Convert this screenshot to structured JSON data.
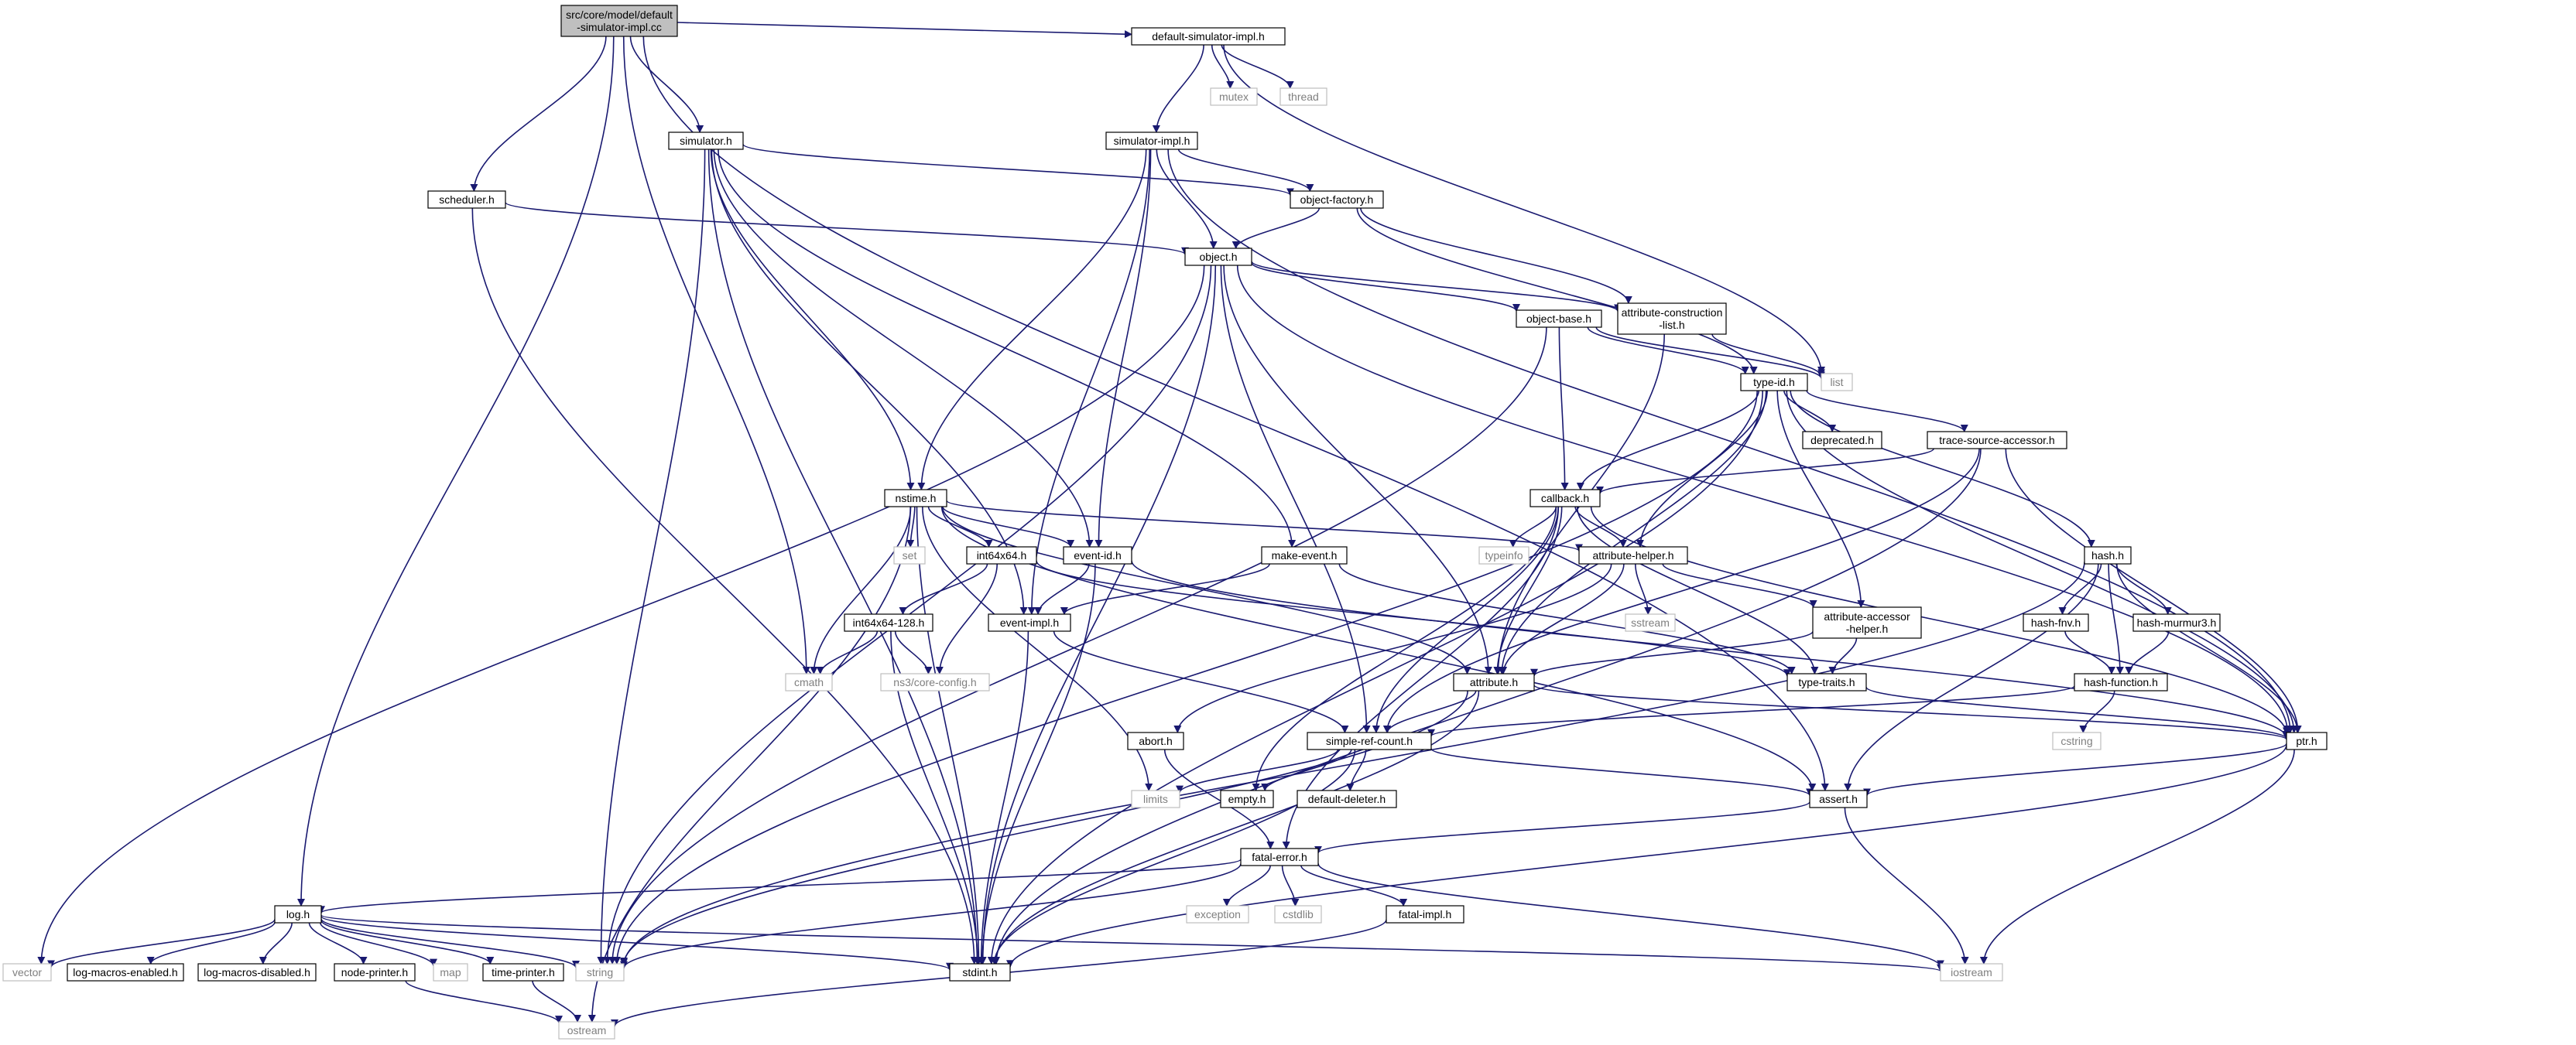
{
  "colors": {
    "edge": "#191970",
    "node_border": "#000000",
    "root_fill": "#bfbfbf",
    "system_border": "#bfbfbf",
    "system_text": "#7f7f7f"
  },
  "nodes": [
    {
      "id": "root",
      "label": "src/core/model/default\n-simulator-impl.cc",
      "kind": "root"
    },
    {
      "id": "dsimplh",
      "label": "default-simulator-impl.h",
      "kind": "file"
    },
    {
      "id": "mutex",
      "label": "mutex",
      "kind": "system"
    },
    {
      "id": "thread",
      "label": "thread",
      "kind": "system"
    },
    {
      "id": "simh",
      "label": "simulator.h",
      "kind": "file"
    },
    {
      "id": "simimplh",
      "label": "simulator-impl.h",
      "kind": "file"
    },
    {
      "id": "schedh",
      "label": "scheduler.h",
      "kind": "file"
    },
    {
      "id": "objfach",
      "label": "object-factory.h",
      "kind": "file"
    },
    {
      "id": "objh",
      "label": "object.h",
      "kind": "file"
    },
    {
      "id": "attrconsh",
      "label": "attribute-construction\n-list.h",
      "kind": "file"
    },
    {
      "id": "objbaseh",
      "label": "object-base.h",
      "kind": "file"
    },
    {
      "id": "list",
      "label": "list",
      "kind": "system"
    },
    {
      "id": "typeidh",
      "label": "type-id.h",
      "kind": "file"
    },
    {
      "id": "deprech",
      "label": "deprecated.h",
      "kind": "file"
    },
    {
      "id": "tsah",
      "label": "trace-source-accessor.h",
      "kind": "file"
    },
    {
      "id": "callbackh",
      "label": "callback.h",
      "kind": "file"
    },
    {
      "id": "nstimeh",
      "label": "nstime.h",
      "kind": "file"
    },
    {
      "id": "set",
      "label": "set",
      "kind": "system"
    },
    {
      "id": "int64h",
      "label": "int64x64.h",
      "kind": "file"
    },
    {
      "id": "eventidh",
      "label": "event-id.h",
      "kind": "file"
    },
    {
      "id": "makeeventh",
      "label": "make-event.h",
      "kind": "file"
    },
    {
      "id": "typeinfo",
      "label": "typeinfo",
      "kind": "system"
    },
    {
      "id": "attrhelph",
      "label": "attribute-helper.h",
      "kind": "file"
    },
    {
      "id": "hashh",
      "label": "hash.h",
      "kind": "file"
    },
    {
      "id": "int128h",
      "label": "int64x64-128.h",
      "kind": "file"
    },
    {
      "id": "eventimplh",
      "label": "event-impl.h",
      "kind": "file"
    },
    {
      "id": "sstream",
      "label": "sstream",
      "kind": "system"
    },
    {
      "id": "attraccessh",
      "label": "attribute-accessor\n-helper.h",
      "kind": "file"
    },
    {
      "id": "hashfnvh",
      "label": "hash-fnv.h",
      "kind": "file"
    },
    {
      "id": "hashmurmurh",
      "label": "hash-murmur3.h",
      "kind": "file"
    },
    {
      "id": "cmath",
      "label": "cmath",
      "kind": "system"
    },
    {
      "id": "coreconfig",
      "label": "ns3/core-config.h",
      "kind": "system"
    },
    {
      "id": "attrh",
      "label": "attribute.h",
      "kind": "file"
    },
    {
      "id": "typetraitsh",
      "label": "type-traits.h",
      "kind": "file"
    },
    {
      "id": "hashfunch",
      "label": "hash-function.h",
      "kind": "file"
    },
    {
      "id": "cstring",
      "label": "cstring",
      "kind": "system"
    },
    {
      "id": "aborth",
      "label": "abort.h",
      "kind": "file"
    },
    {
      "id": "srch",
      "label": "simple-ref-count.h",
      "kind": "file"
    },
    {
      "id": "ptrh",
      "label": "ptr.h",
      "kind": "file"
    },
    {
      "id": "limits",
      "label": "limits",
      "kind": "system"
    },
    {
      "id": "emptyh",
      "label": "empty.h",
      "kind": "file"
    },
    {
      "id": "defdelh",
      "label": "default-deleter.h",
      "kind": "file"
    },
    {
      "id": "asserth",
      "label": "assert.h",
      "kind": "file"
    },
    {
      "id": "fatalerrh",
      "label": "fatal-error.h",
      "kind": "file"
    },
    {
      "id": "exception",
      "label": "exception",
      "kind": "system"
    },
    {
      "id": "cstdlib",
      "label": "cstdlib",
      "kind": "system"
    },
    {
      "id": "fatalimplh",
      "label": "fatal-impl.h",
      "kind": "file"
    },
    {
      "id": "logh",
      "label": "log.h",
      "kind": "file"
    },
    {
      "id": "vector",
      "label": "vector",
      "kind": "system"
    },
    {
      "id": "logmeh",
      "label": "log-macros-enabled.h",
      "kind": "file"
    },
    {
      "id": "logmdh",
      "label": "log-macros-disabled.h",
      "kind": "file"
    },
    {
      "id": "nodeprinth",
      "label": "node-printer.h",
      "kind": "file"
    },
    {
      "id": "map",
      "label": "map",
      "kind": "system"
    },
    {
      "id": "timeprinth",
      "label": "time-printer.h",
      "kind": "file"
    },
    {
      "id": "string",
      "label": "string",
      "kind": "system"
    },
    {
      "id": "stdinth",
      "label": "stdint.h",
      "kind": "file"
    },
    {
      "id": "iostream",
      "label": "iostream",
      "kind": "system"
    },
    {
      "id": "ostream",
      "label": "ostream",
      "kind": "system"
    }
  ],
  "edges": [
    [
      "root",
      "dsimplh"
    ],
    [
      "root",
      "simh"
    ],
    [
      "root",
      "schedh"
    ],
    [
      "root",
      "logh"
    ],
    [
      "root",
      "cmath"
    ],
    [
      "root",
      "asserth"
    ],
    [
      "dsimplh",
      "simimplh"
    ],
    [
      "dsimplh",
      "mutex"
    ],
    [
      "dsimplh",
      "thread"
    ],
    [
      "dsimplh",
      "list"
    ],
    [
      "simimplh",
      "objfach"
    ],
    [
      "simimplh",
      "objh"
    ],
    [
      "simimplh",
      "eventidh"
    ],
    [
      "simimplh",
      "nstimeh"
    ],
    [
      "simimplh",
      "eventimplh"
    ],
    [
      "simimplh",
      "ptrh"
    ],
    [
      "simh",
      "objfach"
    ],
    [
      "simh",
      "eventidh"
    ],
    [
      "simh",
      "nstimeh"
    ],
    [
      "simh",
      "makeeventh"
    ],
    [
      "simh",
      "eventimplh"
    ],
    [
      "simh",
      "stdinth"
    ],
    [
      "simh",
      "string"
    ],
    [
      "schedh",
      "objh"
    ],
    [
      "schedh",
      "stdinth"
    ],
    [
      "objfach",
      "objh"
    ],
    [
      "objfach",
      "attrconsh"
    ],
    [
      "objfach",
      "typeidh"
    ],
    [
      "objh",
      "objbaseh"
    ],
    [
      "objh",
      "attrconsh"
    ],
    [
      "objh",
      "ptrh"
    ],
    [
      "objh",
      "attrh"
    ],
    [
      "objh",
      "srch"
    ],
    [
      "objh",
      "string"
    ],
    [
      "objh",
      "stdinth"
    ],
    [
      "objh",
      "vector"
    ],
    [
      "objbaseh",
      "typeidh"
    ],
    [
      "objbaseh",
      "callbackh"
    ],
    [
      "objbaseh",
      "list"
    ],
    [
      "objbaseh",
      "string"
    ],
    [
      "attrconsh",
      "attrh"
    ],
    [
      "attrconsh",
      "list"
    ],
    [
      "typeidh",
      "deprech"
    ],
    [
      "typeidh",
      "tsah"
    ],
    [
      "typeidh",
      "callbackh"
    ],
    [
      "typeidh",
      "attrhelph"
    ],
    [
      "typeidh",
      "attraccessh"
    ],
    [
      "typeidh",
      "attrh"
    ],
    [
      "typeidh",
      "hashh"
    ],
    [
      "typeidh",
      "ptrh"
    ],
    [
      "typeidh",
      "stdinth"
    ],
    [
      "typeidh",
      "string"
    ],
    [
      "tsah",
      "callbackh"
    ],
    [
      "tsah",
      "ptrh"
    ],
    [
      "tsah",
      "srch"
    ],
    [
      "tsah",
      "stdinth"
    ],
    [
      "callbackh",
      "typeinfo"
    ],
    [
      "callbackh",
      "attrhelph"
    ],
    [
      "callbackh",
      "attrh"
    ],
    [
      "callbackh",
      "typetraitsh"
    ],
    [
      "callbackh",
      "srch"
    ],
    [
      "callbackh",
      "ptrh"
    ],
    [
      "callbackh",
      "emptyh"
    ],
    [
      "callbackh",
      "fatalerrh"
    ],
    [
      "nstimeh",
      "set"
    ],
    [
      "nstimeh",
      "int64h"
    ],
    [
      "nstimeh",
      "eventidh"
    ],
    [
      "nstimeh",
      "attrhelph"
    ],
    [
      "nstimeh",
      "attrh"
    ],
    [
      "nstimeh",
      "cmath"
    ],
    [
      "nstimeh",
      "limits"
    ],
    [
      "nstimeh",
      "asserth"
    ],
    [
      "nstimeh",
      "stdinth"
    ],
    [
      "nstimeh",
      "ostream"
    ],
    [
      "int64h",
      "int128h"
    ],
    [
      "int64h",
      "coreconfig"
    ],
    [
      "int64h",
      "typetraitsh"
    ],
    [
      "int128h",
      "cmath"
    ],
    [
      "int128h",
      "coreconfig"
    ],
    [
      "int128h",
      "stdinth"
    ],
    [
      "eventidh",
      "eventimplh"
    ],
    [
      "eventidh",
      "ptrh"
    ],
    [
      "eventidh",
      "stdinth"
    ],
    [
      "makeeventh",
      "eventimplh"
    ],
    [
      "makeeventh",
      "typetraitsh"
    ],
    [
      "eventimplh",
      "srch"
    ],
    [
      "eventimplh",
      "stdinth"
    ],
    [
      "attrhelph",
      "sstream"
    ],
    [
      "attrhelph",
      "attraccessh"
    ],
    [
      "attrhelph",
      "attrh"
    ],
    [
      "attrhelph",
      "aborth"
    ],
    [
      "attraccessh",
      "attrh"
    ],
    [
      "attraccessh",
      "typetraitsh"
    ],
    [
      "hashh",
      "hashfnvh"
    ],
    [
      "hashh",
      "hashmurmurh"
    ],
    [
      "hashh",
      "hashfunch"
    ],
    [
      "hashh",
      "asserth"
    ],
    [
      "hashh",
      "ptrh"
    ],
    [
      "hashh",
      "string"
    ],
    [
      "hashfnvh",
      "hashfunch"
    ],
    [
      "hashmurmurh",
      "hashfunch"
    ],
    [
      "hashfunch",
      "cstring"
    ],
    [
      "hashfunch",
      "srch"
    ],
    [
      "attrh",
      "srch"
    ],
    [
      "attrh",
      "ptrh"
    ],
    [
      "attrh",
      "string"
    ],
    [
      "attrh",
      "stdinth"
    ],
    [
      "typetraitsh",
      "ptrh"
    ],
    [
      "aborth",
      "fatalerrh"
    ],
    [
      "srch",
      "limits"
    ],
    [
      "srch",
      "emptyh"
    ],
    [
      "srch",
      "defdelh"
    ],
    [
      "srch",
      "asserth"
    ],
    [
      "srch",
      "stdinth"
    ],
    [
      "ptrh",
      "asserth"
    ],
    [
      "ptrh",
      "iostream"
    ],
    [
      "ptrh",
      "stdinth"
    ],
    [
      "asserth",
      "fatalerrh"
    ],
    [
      "asserth",
      "iostream"
    ],
    [
      "fatalerrh",
      "exception"
    ],
    [
      "fatalerrh",
      "cstdlib"
    ],
    [
      "fatalerrh",
      "fatalimplh"
    ],
    [
      "fatalerrh",
      "logh"
    ],
    [
      "fatalerrh",
      "iostream"
    ],
    [
      "fatalerrh",
      "string"
    ],
    [
      "fatalimplh",
      "ostream"
    ],
    [
      "logh",
      "vector"
    ],
    [
      "logh",
      "logmeh"
    ],
    [
      "logh",
      "logmdh"
    ],
    [
      "logh",
      "nodeprinth"
    ],
    [
      "logh",
      "map"
    ],
    [
      "logh",
      "timeprinth"
    ],
    [
      "logh",
      "string"
    ],
    [
      "logh",
      "stdinth"
    ],
    [
      "logh",
      "iostream"
    ],
    [
      "nodeprinth",
      "ostream"
    ],
    [
      "timeprinth",
      "ostream"
    ]
  ]
}
